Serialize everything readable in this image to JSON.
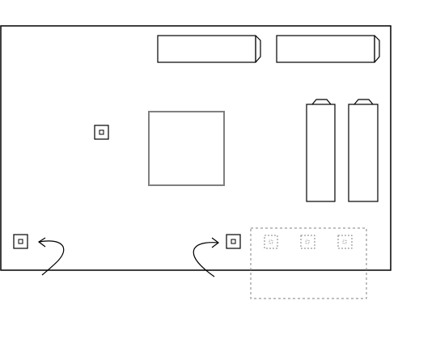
{
  "colors": {
    "background": "#ffffff",
    "line": "#000000",
    "chip_outline": "#808080",
    "dashed": "#808080"
  },
  "board": {
    "component_count": 14
  },
  "elements": [
    "board-outline",
    "horizontal-battery-1",
    "horizontal-battery-2",
    "vertical-battery-1",
    "vertical-battery-2",
    "center-chip",
    "small-square-component-left",
    "bottom-left-connector",
    "bottom-middle-connector",
    "dashed-selection-region",
    "ghost-connector-1",
    "ghost-connector-2",
    "ghost-connector-3",
    "curved-arrow-left",
    "curved-arrow-right"
  ]
}
